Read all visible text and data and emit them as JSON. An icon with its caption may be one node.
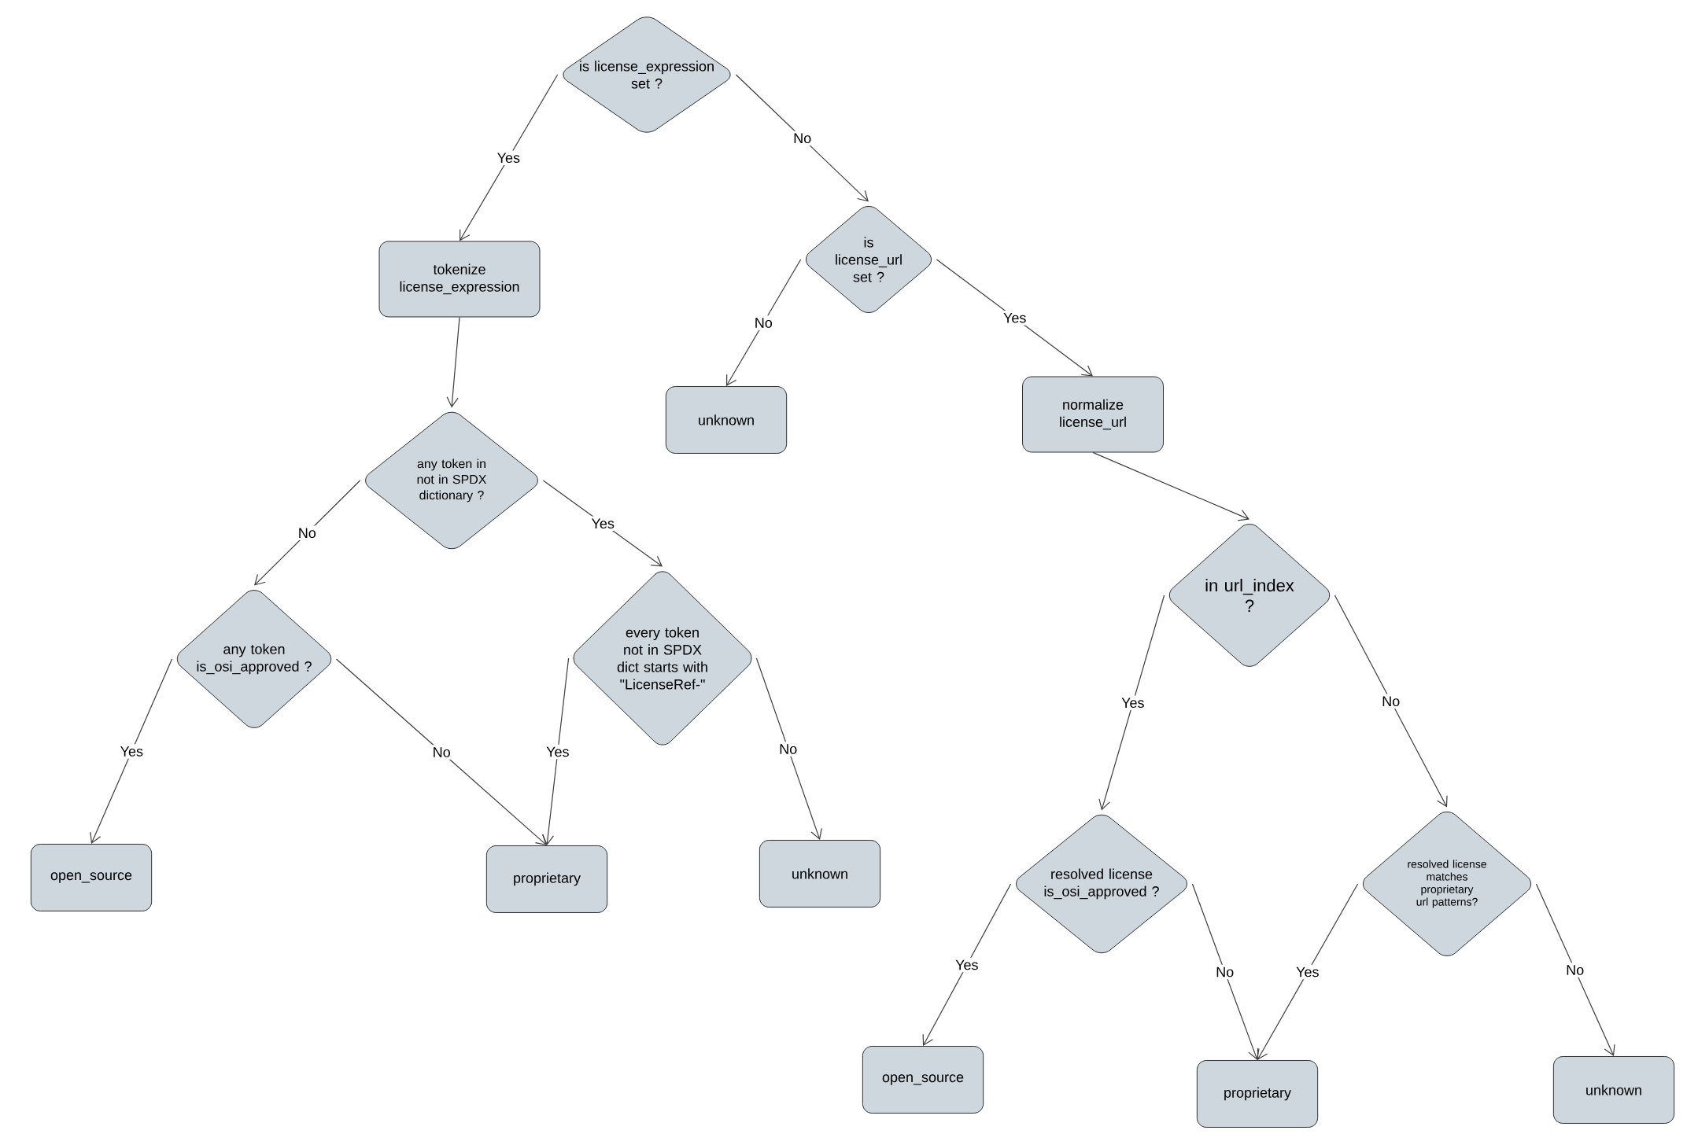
{
  "diagram": {
    "nodes": [
      {
        "text": [
          "is license_expression set ?"
        ]
      },
      {
        "text": [
          "tokenize license_expression"
        ]
      },
      {
        "text": [
          "any token in not in SPDX dictionary ?"
        ]
      },
      {
        "text": [
          "any token is_osi_approved ?"
        ]
      },
      {
        "text": [
          "every token not in SPDX dict starts with \"LicenseRef-\""
        ]
      },
      {
        "text": [
          "open_source"
        ]
      },
      {
        "text": [
          "proprietary"
        ]
      },
      {
        "text": [
          "unknown"
        ]
      },
      {
        "text": [
          "is license_url set ?"
        ]
      },
      {
        "text": [
          "unknown"
        ]
      },
      {
        "text": [
          "normalize license_url"
        ]
      },
      {
        "text": [
          "in url_index ?"
        ]
      },
      {
        "text": [
          "resolved license is_osi_approved ?"
        ]
      },
      {
        "text": [
          "resolved license matches proprietary url patterns?"
        ]
      },
      {
        "text": [
          "open_source"
        ]
      },
      {
        "text": [
          "proprietary"
        ]
      },
      {
        "text": [
          "unknown"
        ]
      }
    ],
    "edges": [
      {
        "from": 0,
        "to": 1,
        "arrow": "to",
        "label": "Yes"
      },
      {
        "from": 0,
        "to": 8,
        "arrow": "to",
        "label": "No"
      },
      {
        "from": 1,
        "to": 2,
        "arrow": "to"
      },
      {
        "from": 2,
        "to": 3,
        "arrow": "to",
        "label": "No"
      },
      {
        "from": 2,
        "to": 4,
        "arrow": "to",
        "label": "Yes"
      },
      {
        "from": 3,
        "to": 5,
        "arrow": "to",
        "label": "Yes"
      },
      {
        "from": 3,
        "to": 6,
        "arrow": "to",
        "label": "No"
      },
      {
        "from": 4,
        "to": 6,
        "arrow": "to",
        "label": "Yes"
      },
      {
        "from": 4,
        "to": 7,
        "arrow": "to",
        "label": "No"
      },
      {
        "from": 8,
        "to": 9,
        "arrow": "to",
        "label": "No"
      },
      {
        "from": 8,
        "to": 10,
        "arrow": "to",
        "label": "Yes"
      },
      {
        "from": 10,
        "to": 11,
        "arrow": "to"
      },
      {
        "from": 11,
        "to": 12,
        "arrow": "to",
        "label": "Yes"
      },
      {
        "from": 11,
        "to": 13,
        "arrow": "to",
        "label": "No"
      },
      {
        "from": 12,
        "to": 14,
        "arrow": "to",
        "label": "Yes"
      },
      {
        "from": 12,
        "to": 15,
        "arrow": "to",
        "label": "No"
      },
      {
        "from": 13,
        "to": 15,
        "arrow": "to",
        "label": "Yes"
      },
      {
        "from": 13,
        "to": 16,
        "arrow": "to",
        "label": "No"
      }
    ]
  }
}
